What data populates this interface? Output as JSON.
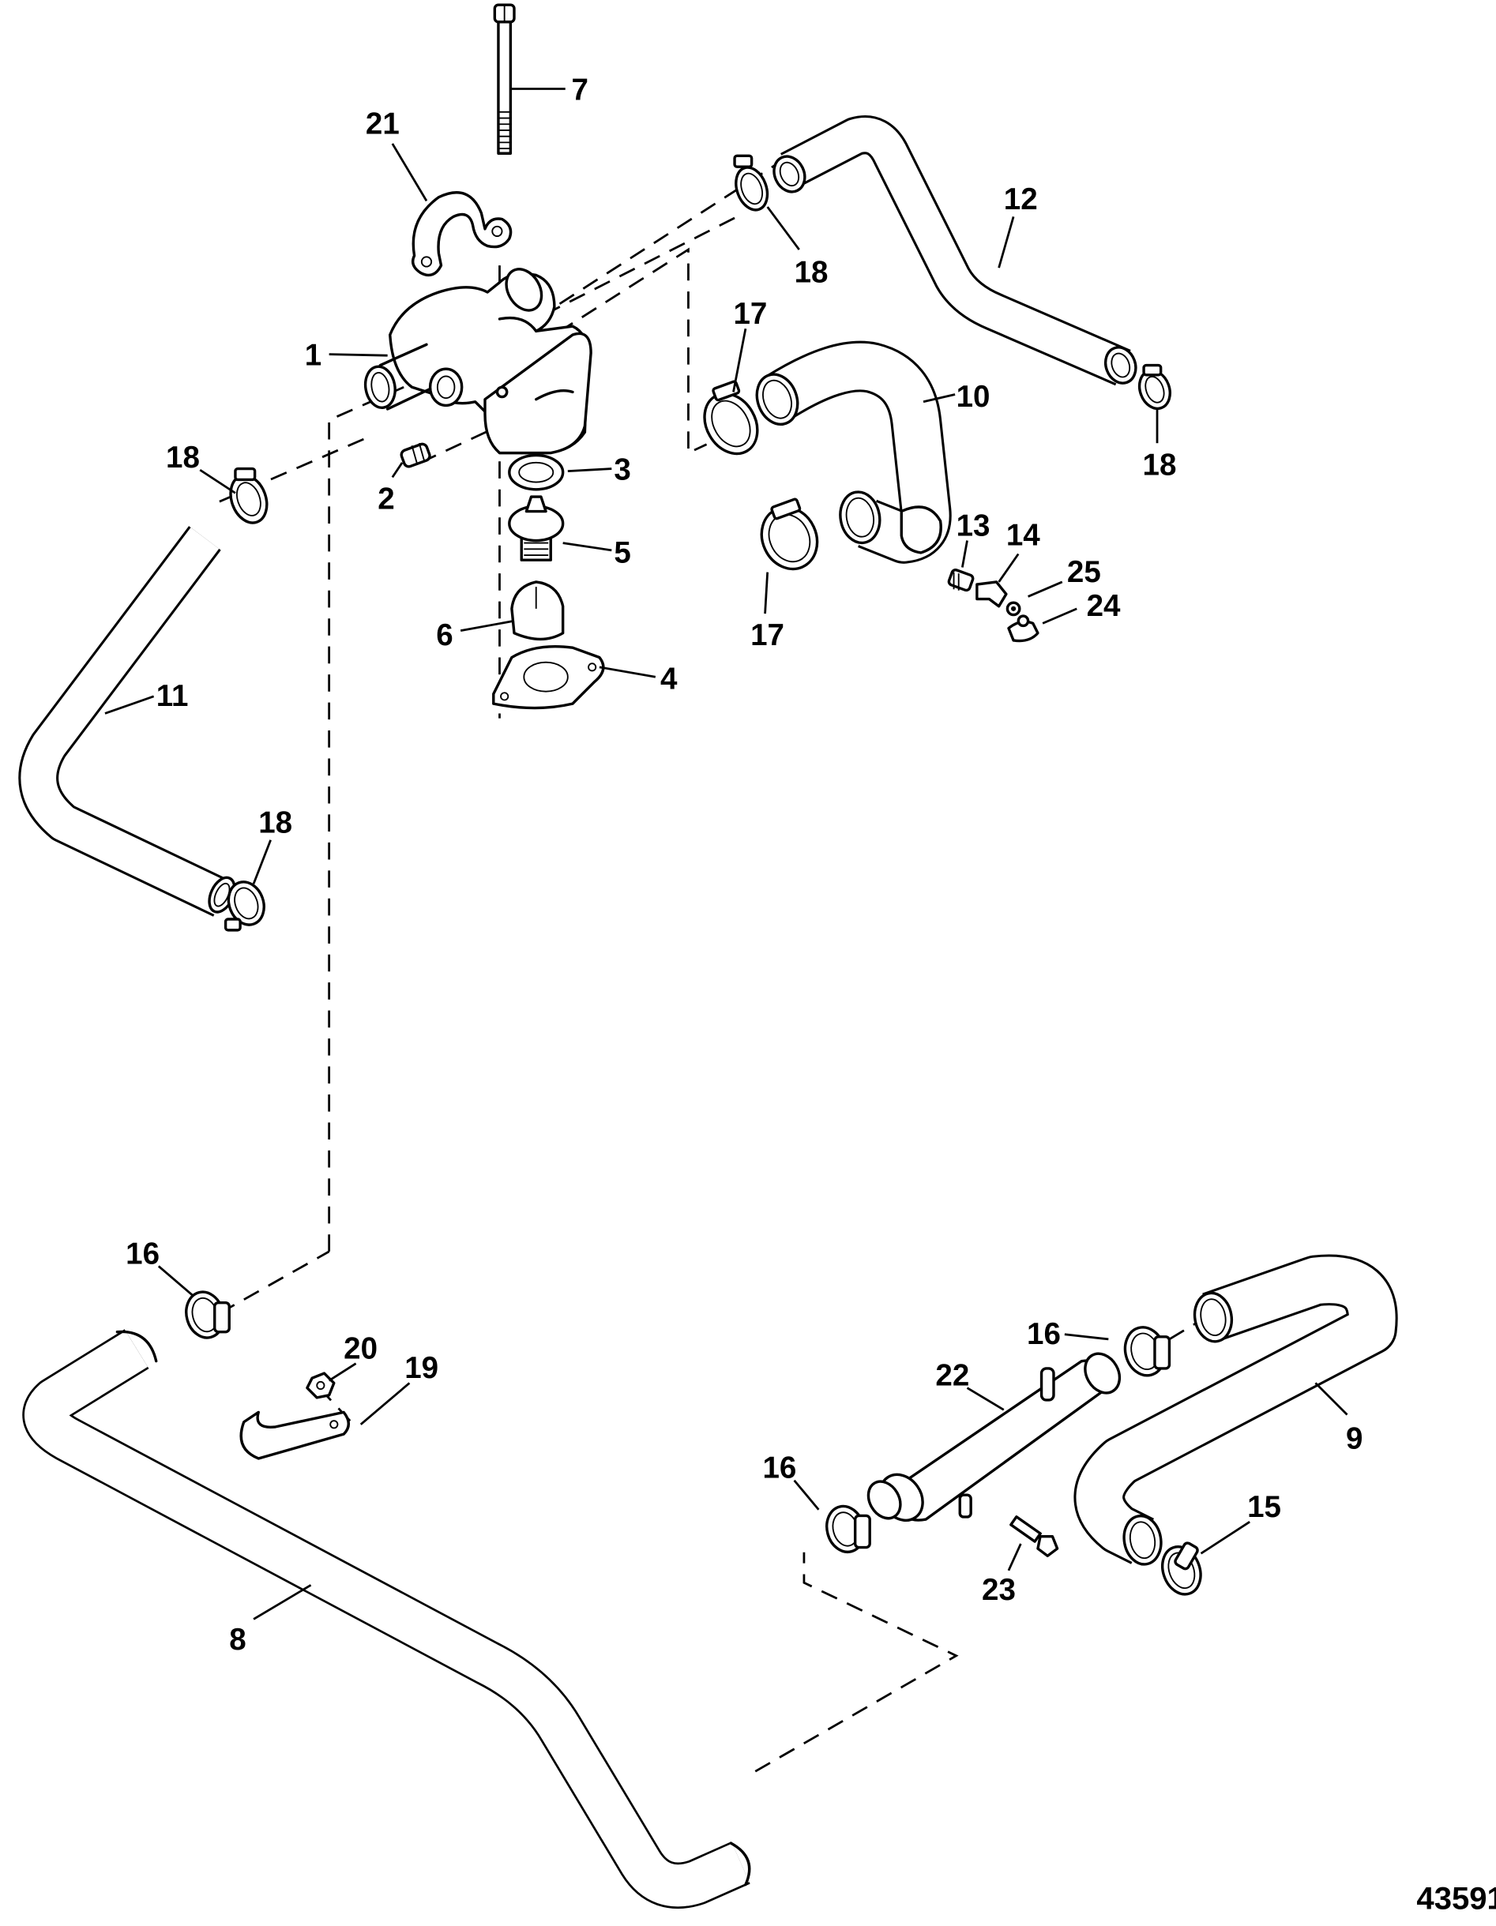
{
  "diagram": {
    "type": "exploded parts diagram",
    "figure_number": "43591",
    "callouts": [
      {
        "id": "7",
        "label": "7",
        "part": "bolt"
      },
      {
        "id": "21",
        "label": "21",
        "part": "clamp bracket"
      },
      {
        "id": "1",
        "label": "1",
        "part": "thermostat housing"
      },
      {
        "id": "18a",
        "label": "18",
        "part": "hose clamp"
      },
      {
        "id": "2",
        "label": "2",
        "part": "plug"
      },
      {
        "id": "3",
        "label": "3",
        "part": "seal ring"
      },
      {
        "id": "5",
        "label": "5",
        "part": "thermostat"
      },
      {
        "id": "6",
        "label": "6",
        "part": "sleeve"
      },
      {
        "id": "4",
        "label": "4",
        "part": "gasket"
      },
      {
        "id": "11",
        "label": "11",
        "part": "hose"
      },
      {
        "id": "18b",
        "label": "18",
        "part": "hose clamp"
      },
      {
        "id": "18c",
        "label": "18",
        "part": "hose clamp"
      },
      {
        "id": "12",
        "label": "12",
        "part": "hose"
      },
      {
        "id": "17a",
        "label": "17",
        "part": "hose clamp"
      },
      {
        "id": "10",
        "label": "10",
        "part": "hose"
      },
      {
        "id": "18d",
        "label": "18",
        "part": "hose clamp"
      },
      {
        "id": "13",
        "label": "13",
        "part": "fitting"
      },
      {
        "id": "14",
        "label": "14",
        "part": "elbow fitting"
      },
      {
        "id": "25",
        "label": "25",
        "part": "washer"
      },
      {
        "id": "24",
        "label": "24",
        "part": "drain plug"
      },
      {
        "id": "17b",
        "label": "17",
        "part": "hose clamp"
      },
      {
        "id": "16a",
        "label": "16",
        "part": "hose clamp"
      },
      {
        "id": "20",
        "label": "20",
        "part": "nut"
      },
      {
        "id": "19",
        "label": "19",
        "part": "strap clamp"
      },
      {
        "id": "8",
        "label": "8",
        "part": "hose"
      },
      {
        "id": "16b",
        "label": "16",
        "part": "hose clamp"
      },
      {
        "id": "22",
        "label": "22",
        "part": "tube fitting"
      },
      {
        "id": "9",
        "label": "9",
        "part": "hose"
      },
      {
        "id": "16c",
        "label": "16",
        "part": "hose clamp"
      },
      {
        "id": "15",
        "label": "15",
        "part": "hose clamp"
      },
      {
        "id": "23",
        "label": "23",
        "part": "screw"
      }
    ]
  }
}
